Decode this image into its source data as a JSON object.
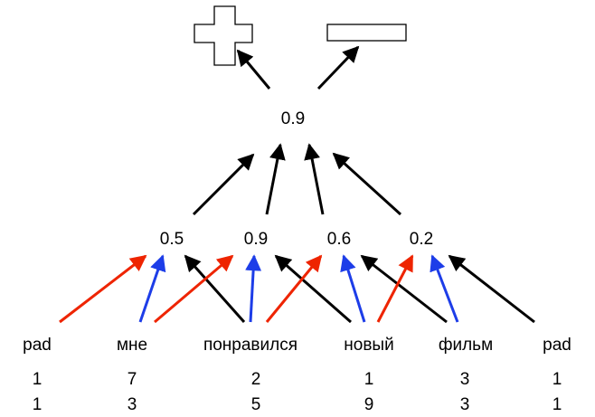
{
  "colors": {
    "black_arrow": "#000000",
    "red_arrow": "#ee2400",
    "blue_arrow": "#1d3de8",
    "text": "#000000",
    "symbol_stroke": "#000000",
    "symbol_fill": "#ffffff"
  },
  "output_symbols": {
    "plus": "plus-symbol",
    "minus": "minus-symbol"
  },
  "top_node": {
    "value": "0.9"
  },
  "middle_nodes": [
    {
      "value": "0.5"
    },
    {
      "value": "0.9"
    },
    {
      "value": "0.6"
    },
    {
      "value": "0.2"
    }
  ],
  "tokens": [
    {
      "word": "pad",
      "row1": "1",
      "row2": "1"
    },
    {
      "word": "мне",
      "row1": "7",
      "row2": "3"
    },
    {
      "word": "понравился",
      "row1": "2",
      "row2": "5"
    },
    {
      "word": "новый",
      "row1": "1",
      "row2": "9"
    },
    {
      "word": "фильм",
      "row1": "3",
      "row2": "3"
    },
    {
      "word": "pad",
      "row1": "1",
      "row2": "1"
    }
  ]
}
